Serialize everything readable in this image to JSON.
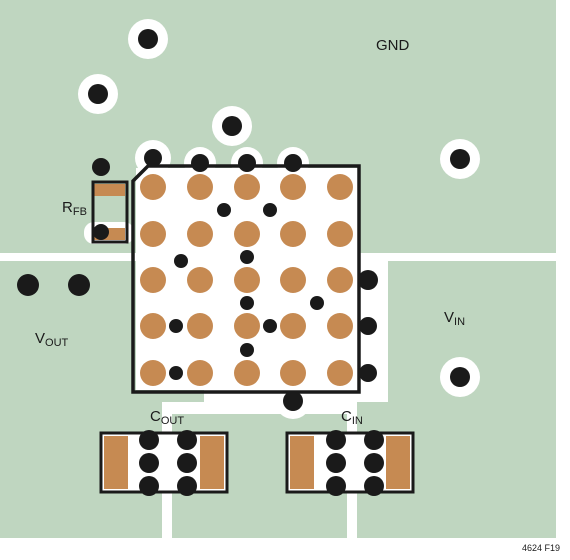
{
  "labels": {
    "gnd": "GND",
    "rfb_main": "R",
    "rfb_sub": "FB",
    "vout_main": "V",
    "vout_sub": "OUT",
    "vin_main": "V",
    "vin_sub": "IN",
    "cout_main": "C",
    "cout_sub": "OUT",
    "cin_main": "C",
    "cin_sub": "IN",
    "figure_id": "4624 F19"
  },
  "colors": {
    "copper": "#c68a52",
    "plane": "#bfd6c0",
    "clearance": "#ffffff",
    "via": "#1a1a1a",
    "outline": "#1a1a1a"
  }
}
